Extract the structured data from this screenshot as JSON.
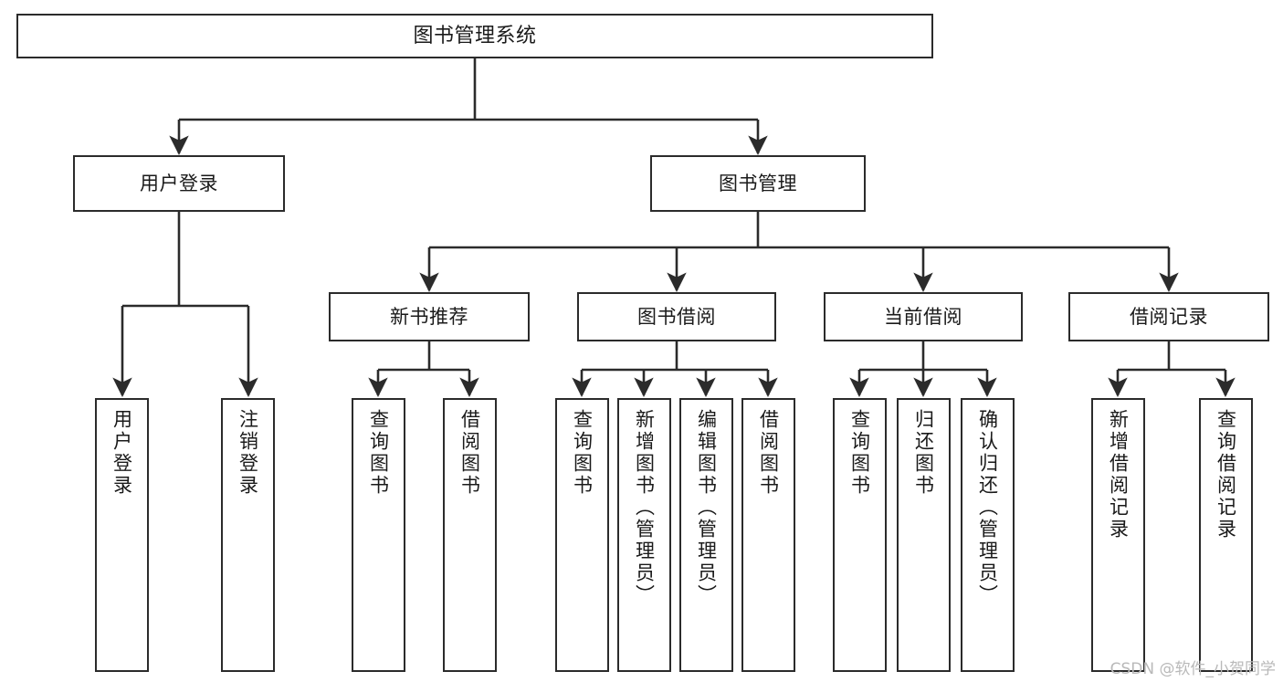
{
  "diagram": {
    "title": "图书管理系统",
    "type": "hierarchy-tree",
    "watermark": "CSDN @软件_小贺同学",
    "colors": {
      "stroke": "#2b2b2b",
      "fill": "#ffffff",
      "text": "#1a1a1a",
      "watermark": "#b9b9b9"
    },
    "nodes": {
      "root": {
        "label": "图书管理系统"
      },
      "level1": [
        {
          "id": "user-login",
          "label": "用户登录"
        },
        {
          "id": "book-management",
          "label": "图书管理"
        }
      ],
      "level2": [
        {
          "id": "new-book-recommend",
          "label": "新书推荐"
        },
        {
          "id": "book-borrow",
          "label": "图书借阅"
        },
        {
          "id": "current-borrow",
          "label": "当前借阅"
        },
        {
          "id": "borrow-record",
          "label": "借阅记录"
        }
      ],
      "leaves": {
        "user_login": [
          {
            "id": "leaf-user-login",
            "label": "用户登录"
          },
          {
            "id": "leaf-logout-login",
            "label": "注销登录"
          }
        ],
        "new_book_recommend": [
          {
            "id": "leaf-query-book-1",
            "label": "查询图书"
          },
          {
            "id": "leaf-borrow-book-1",
            "label": "借阅图书"
          }
        ],
        "book_borrow": [
          {
            "id": "leaf-query-book-2",
            "label": "查询图书"
          },
          {
            "id": "leaf-add-book-admin",
            "label": "新增图书（管理员）"
          },
          {
            "id": "leaf-edit-book-admin",
            "label": "编辑图书（管理员）"
          },
          {
            "id": "leaf-borrow-book-2",
            "label": "借阅图书"
          }
        ],
        "current_borrow": [
          {
            "id": "leaf-query-book-3",
            "label": "查询图书"
          },
          {
            "id": "leaf-return-book",
            "label": "归还图书"
          },
          {
            "id": "leaf-confirm-return-admin",
            "label": "确认归还（管理员）"
          }
        ],
        "borrow_record": [
          {
            "id": "leaf-add-borrow-record",
            "label": "新增借阅记录"
          },
          {
            "id": "leaf-query-borrow-record",
            "label": "查询借阅记录"
          }
        ]
      }
    }
  }
}
